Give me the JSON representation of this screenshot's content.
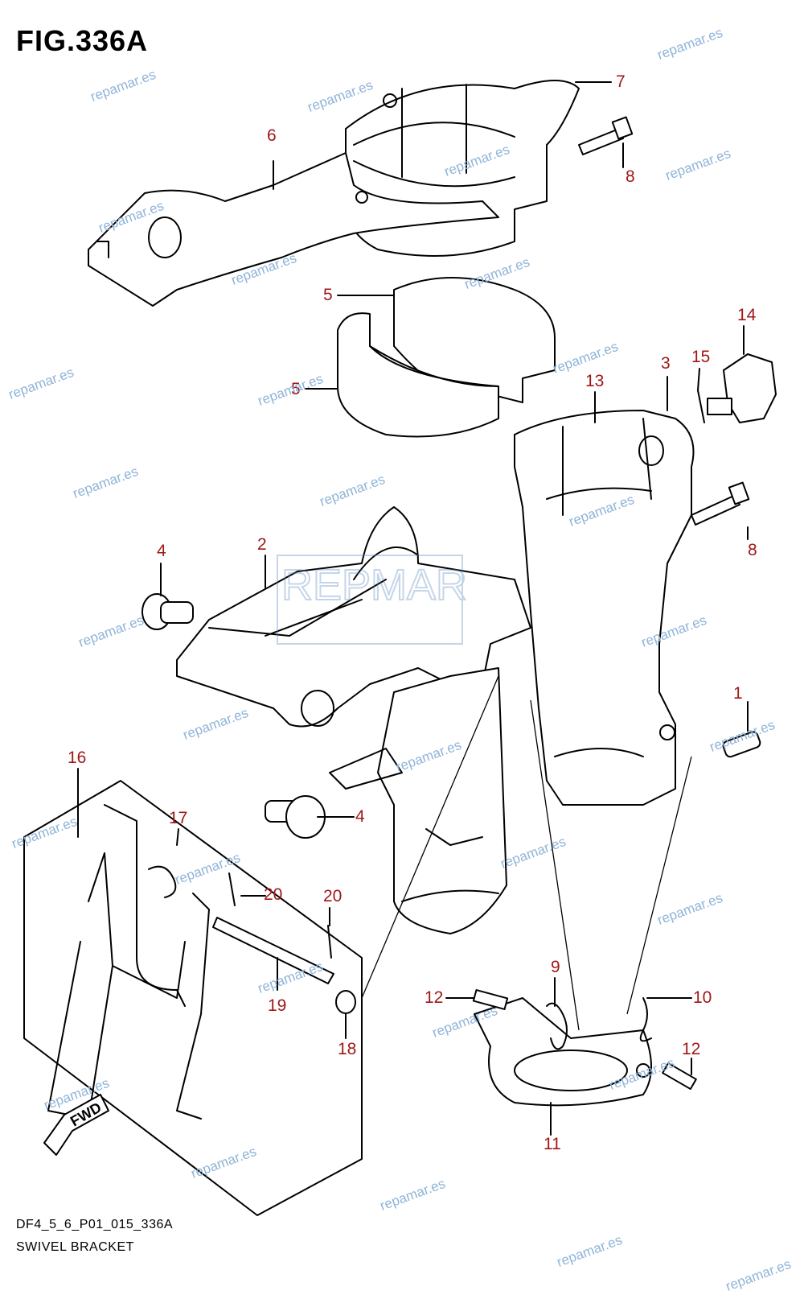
{
  "title": "FIG.336A",
  "footer": {
    "code": "DF4_5_6_P01_015_336A",
    "name": "SWIVEL BRACKET"
  },
  "logo_text": "REPMAR",
  "fwd_label": "FWD",
  "watermark_text": "repamar.es",
  "colors": {
    "callout": "#a01818",
    "watermark": "#8fb4d8",
    "line": "#000000"
  },
  "callouts": [
    {
      "id": "1",
      "label": "1"
    },
    {
      "id": "2",
      "label": "2"
    },
    {
      "id": "3",
      "label": "3"
    },
    {
      "id": "4a",
      "label": "4"
    },
    {
      "id": "4b",
      "label": "4"
    },
    {
      "id": "5a",
      "label": "5"
    },
    {
      "id": "5b",
      "label": "5"
    },
    {
      "id": "6",
      "label": "6"
    },
    {
      "id": "7",
      "label": "7"
    },
    {
      "id": "8a",
      "label": "8"
    },
    {
      "id": "8b",
      "label": "8"
    },
    {
      "id": "9",
      "label": "9"
    },
    {
      "id": "10",
      "label": "10"
    },
    {
      "id": "11",
      "label": "11"
    },
    {
      "id": "12a",
      "label": "12"
    },
    {
      "id": "12b",
      "label": "12"
    },
    {
      "id": "13",
      "label": "13"
    },
    {
      "id": "14",
      "label": "14"
    },
    {
      "id": "15",
      "label": "15"
    },
    {
      "id": "16",
      "label": "16"
    },
    {
      "id": "17",
      "label": "17"
    },
    {
      "id": "18",
      "label": "18"
    },
    {
      "id": "19",
      "label": "19"
    },
    {
      "id": "20a",
      "label": "20"
    },
    {
      "id": "20b",
      "label": "20"
    }
  ]
}
